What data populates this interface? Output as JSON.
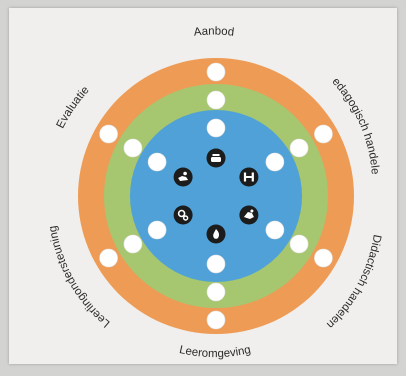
{
  "diagram": {
    "sections": [
      {
        "label": "Aanbod"
      },
      {
        "label": "Pedagogisch handelen"
      },
      {
        "label": "Didactisch handelen"
      },
      {
        "label": "Leeromgeving"
      },
      {
        "label": "Leerlingondersteuning"
      },
      {
        "label": "Evaluatie"
      }
    ],
    "rings": [
      "outer",
      "middle",
      "inner"
    ],
    "center_icons": [
      {
        "name": "pot-icon"
      },
      {
        "name": "h-letter-icon"
      },
      {
        "name": "hand-icon"
      },
      {
        "name": "flame-icon"
      },
      {
        "name": "gears-icon"
      },
      {
        "name": "hand-coin-icon"
      }
    ],
    "colors": {
      "outer": "#ee9b55",
      "middle": "#a6c66f",
      "inner": "#4fa1d7",
      "dot": "#ffffff",
      "icon": "#1c1c1c"
    }
  }
}
